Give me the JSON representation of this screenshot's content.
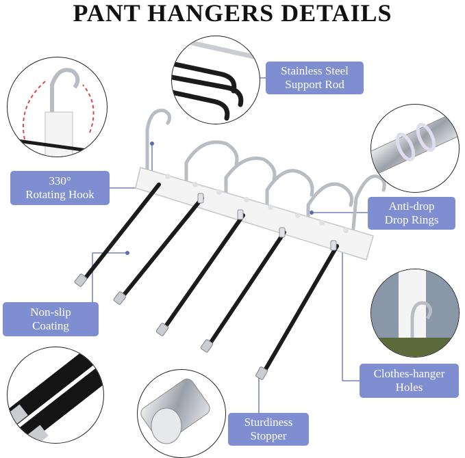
{
  "title": "PANT HANGERS DETAILS",
  "labels": {
    "support_rod": {
      "line1": "Stainless Steel",
      "line2": "Support Rod"
    },
    "rotating_hook": {
      "line1": "330°",
      "line2": "Rotating Hook"
    },
    "anti_drop": {
      "line1": "Anti-drop",
      "line2": "Drop Rings"
    },
    "non_slip": {
      "line1": "Non-slip",
      "line2": "Coating"
    },
    "hanger_holes": {
      "line1": "Clothes-hanger",
      "line2": "Holes"
    },
    "stopper": {
      "line1": "Sturdiness",
      "line2": "Stopper"
    }
  },
  "colors": {
    "label_bg": "#7f8ed1",
    "connector": "#5b6bb3",
    "steel": "#c9ccd1",
    "coating": "#1b1b1b",
    "holder": "#f4f4f4"
  }
}
